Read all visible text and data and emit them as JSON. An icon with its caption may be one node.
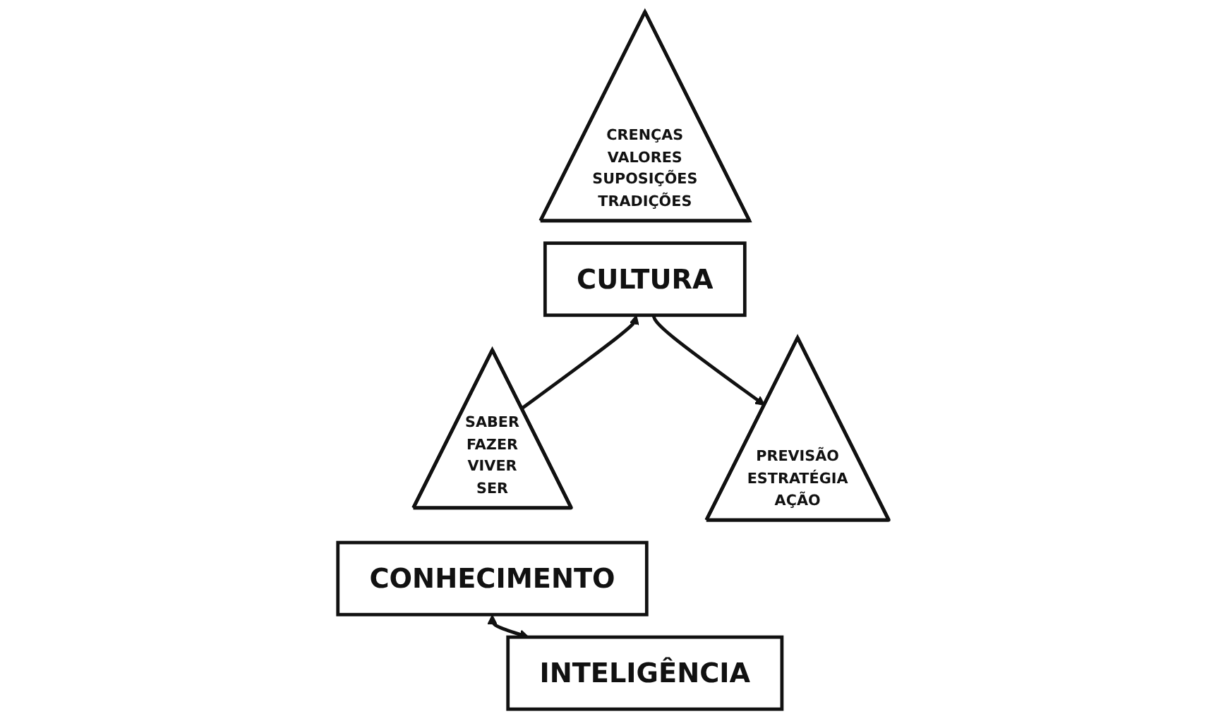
{
  "diagram": {
    "nodes": [
      {
        "text": [
          "CRENÇAS",
          "VALORES",
          "SUPOSIÇÕES",
          "TRADIÇÕES"
        ]
      },
      {
        "text": [
          "CULTURA"
        ]
      },
      {
        "text": [
          "SABER",
          "FAZER",
          "VIVER",
          "SER"
        ]
      },
      {
        "text": [
          "CONHECIMENTO"
        ]
      },
      {
        "text": [
          "PREVISÃO",
          "ESTRATÉGIA",
          "AÇÃO"
        ]
      },
      {
        "text": [
          "INTELIGÊNCIA"
        ]
      }
    ],
    "edges": [
      {
        "from": 2,
        "to": 1,
        "arrow": "to"
      },
      {
        "from": 1,
        "to": 4,
        "arrow": "to"
      },
      {
        "from": 3,
        "to": 5,
        "arrow": "both"
      }
    ]
  }
}
